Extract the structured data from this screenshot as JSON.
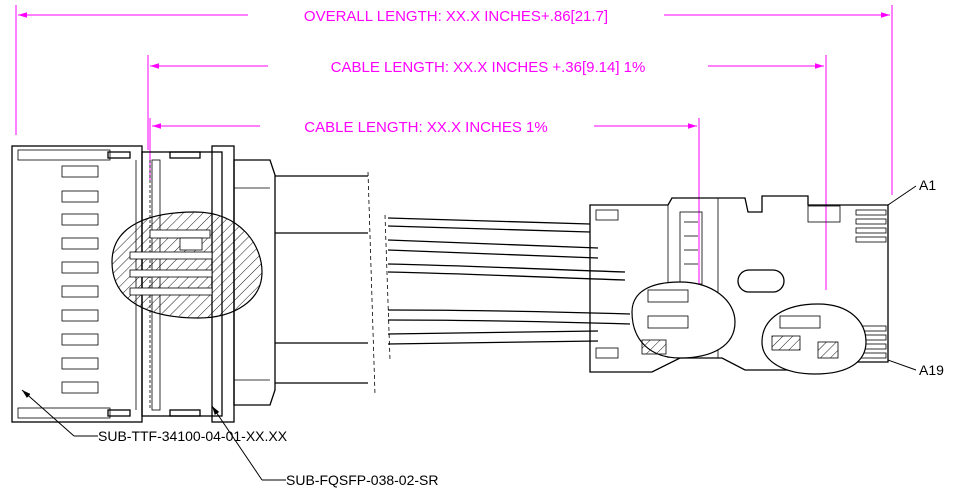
{
  "colors": {
    "dimension": "#ff00ff",
    "outline": "#000000",
    "background": "#ffffff"
  },
  "dimensions": {
    "overall_length": "OVERALL LENGTH: XX.X INCHES+.86[21.7]",
    "cable_length_a": "CABLE LENGTH: XX.X INCHES +.36[9.14] 1%",
    "cable_length_b": "CABLE LENGTH: XX.X INCHES 1%"
  },
  "pins": {
    "first": "A1",
    "last": "A19"
  },
  "parts": {
    "housing": "SUB-TTF-34100-04-01-XX.XX",
    "plug": "SUB-FQSFP-038-02-SR"
  }
}
